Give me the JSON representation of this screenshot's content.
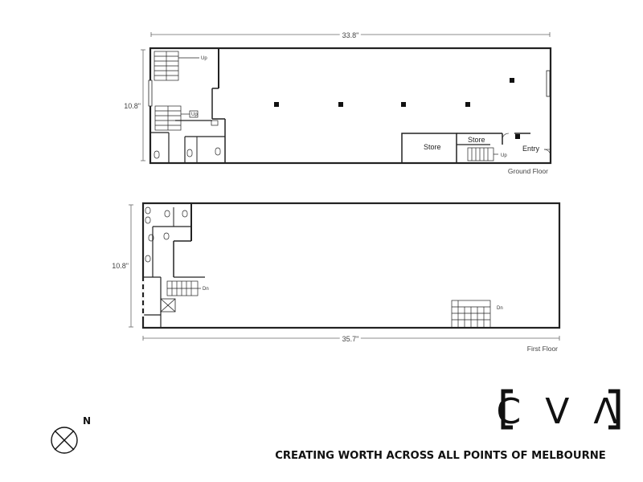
{
  "ground_floor": {
    "label": "Ground Floor",
    "width_dim": "33.8\"",
    "depth_dim": "10.8\"",
    "rooms": {
      "store_1": "Store",
      "store_2": "Store",
      "entry": "Entry"
    },
    "stairs": {
      "up_1": "Up",
      "up_2": "Up",
      "up_3": "Up"
    }
  },
  "first_floor": {
    "label": "First Floor",
    "width_dim": "35.7\"",
    "depth_dim": "10.8\"",
    "stairs": {
      "dn_1": "Dn",
      "dn_2": "Dn"
    }
  },
  "branding": {
    "logo_text": "C V Λ",
    "tagline": "CREATING WORTH ACROSS ALL POINTS OF MELBOURNE"
  },
  "compass": {
    "label": "N"
  }
}
